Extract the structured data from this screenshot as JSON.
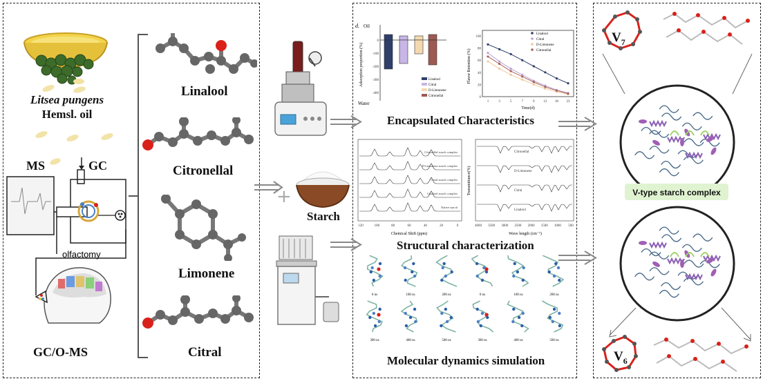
{
  "left_panel": {
    "oil_name": "Litsea pungens",
    "oil_suffix": "Hemsl. oil",
    "ms_label": "MS",
    "gc_label": "GC",
    "olfactomy_label": "olfactomy",
    "method_label": "GC/O-MS"
  },
  "molecules": [
    {
      "name": "Linalool"
    },
    {
      "name": "Citronellal"
    },
    {
      "name": "Limonene"
    },
    {
      "name": "Citral"
    }
  ],
  "middle": {
    "starch_label": "Starch"
  },
  "sections": {
    "encapsulated": "Encapsulated Characteristics",
    "structural": "Structural characterization",
    "md": "Molecular dynamics simulation"
  },
  "right_panel": {
    "v7_label": "V7",
    "v6_label": "V6",
    "complex_label": "V-type starch complex"
  },
  "chart_adsorption": {
    "panel_letter": "d.",
    "oil_label": "Oil",
    "water_label": "Water",
    "ylabel": "Adsorption proportion (%)",
    "legend": [
      "Linalool",
      "Citral",
      "D-Limonene",
      "Citronellal"
    ]
  },
  "chart_retention": {
    "ylabel": "Flavor Retention (%)",
    "xlabel": "Time(d)",
    "xticks": [
      "1",
      "3",
      "5",
      "7",
      "9",
      "12",
      "18",
      "23"
    ],
    "yticks": [
      "0",
      "20",
      "40",
      "60",
      "80",
      "100"
    ],
    "legend": [
      "Linalool",
      "Citral",
      "D-Limonene",
      "Citronellal"
    ]
  },
  "chart_nmr": {
    "xlabel": "Chemical Shift  (ppm)",
    "xticks": [
      "120",
      "100",
      "80",
      "60",
      "40",
      "20",
      "0"
    ],
    "spectra": [
      "Citronellal starch complex",
      "D-Limonene starch complex",
      "Citral starch complex",
      "Linalool starch complex",
      "Native starch"
    ]
  },
  "chart_ftir": {
    "xlabel": "Wave length (cm⁻¹)",
    "ylabel": "Transmittance(%)",
    "xticks": [
      "4000",
      "3500",
      "3000",
      "2500",
      "2000",
      "1500",
      "1000",
      "500"
    ],
    "spectra": [
      "Citronellal",
      "D-Limonene",
      "Citral",
      "Linalool"
    ]
  },
  "md_time_labels": [
    "0 ns",
    "100 ns",
    "200 ns",
    "0 ns",
    "100 ns",
    "200 ns",
    "300 ns",
    "400 ns",
    "500 ns",
    "300 ns",
    "400 ns",
    "500 ns"
  ],
  "colors": {
    "accent_green": "#dff3d0",
    "helix_purple": "#8a5fb5",
    "atom_red": "#d9211a",
    "atom_gray": "#6b6b6b",
    "oil_yellow": "#e8c53a"
  }
}
